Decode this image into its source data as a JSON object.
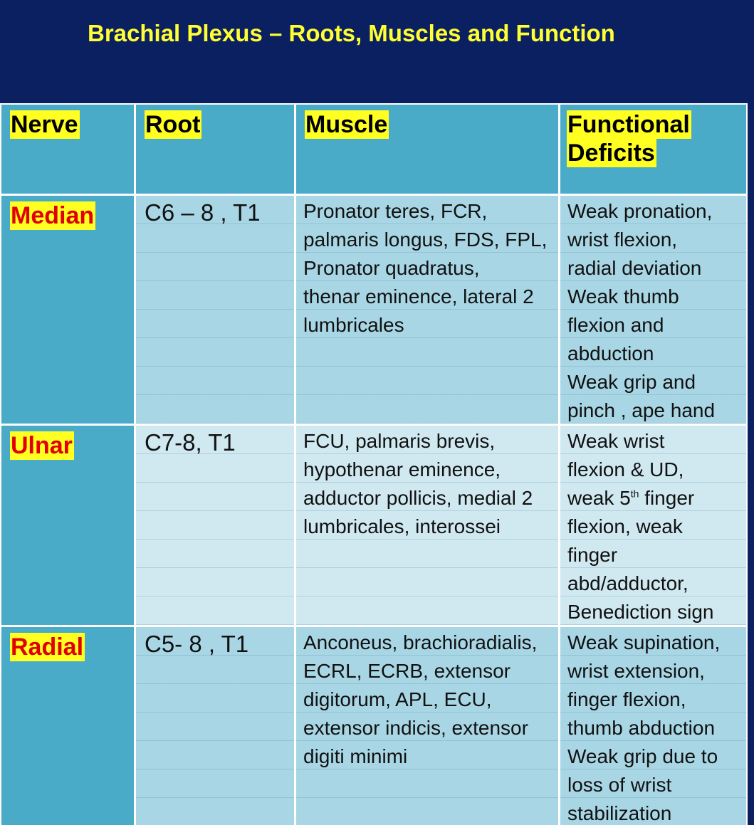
{
  "title": "Brachial Plexus – Roots, Muscles and Function",
  "headers": {
    "nerve": "Nerve",
    "root": "Root",
    "muscle": "Muscle",
    "function_line1": "Functional",
    "function_line2": "Deficits"
  },
  "rows": [
    {
      "nerve": "Median",
      "root": "C6 – 8 , T1",
      "muscle": [
        "Pronator teres, FCR,",
        "palmaris longus, FDS, FPL,",
        "Pronator quadratus,",
        "thenar eminence, lateral 2",
        "lumbricales"
      ],
      "function": [
        "Weak pronation,",
        "wrist flexion,",
        "radial deviation",
        "Weak thumb",
        "flexion and",
        "abduction",
        "Weak grip and",
        "pinch , ape hand"
      ]
    },
    {
      "nerve": "Ulnar",
      "root": "C7-8, T1",
      "muscle": [
        "FCU, palmaris brevis,",
        "hypothenar eminence,",
        "adductor pollicis, medial 2",
        "lumbricales, interossei"
      ],
      "function": [
        "Weak wrist",
        "flexion & UD,",
        "weak 5",
        "th",
        " finger",
        "flexion, weak",
        "finger",
        "abd/adductor,",
        "Benediction sign"
      ]
    },
    {
      "nerve": "Radial",
      "root": "C5- 8 , T1",
      "muscle": [
        "Anconeus, brachioradialis,",
        "ECRL, ECRB, extensor",
        "digitorum, APL, ECU,",
        "extensor indicis, extensor",
        "digiti minimi"
      ],
      "function": [
        "Weak supination,",
        "wrist extension,",
        "finger flexion,",
        "thumb abduction",
        "Weak grip due to",
        "loss of wrist",
        "stabilization"
      ]
    }
  ],
  "colors": {
    "header_bg": "#0b2060",
    "title": "#ffff33",
    "highlight": "#ffff22",
    "nerve_text": "#e00000",
    "table_header": "#4aabc8"
  }
}
